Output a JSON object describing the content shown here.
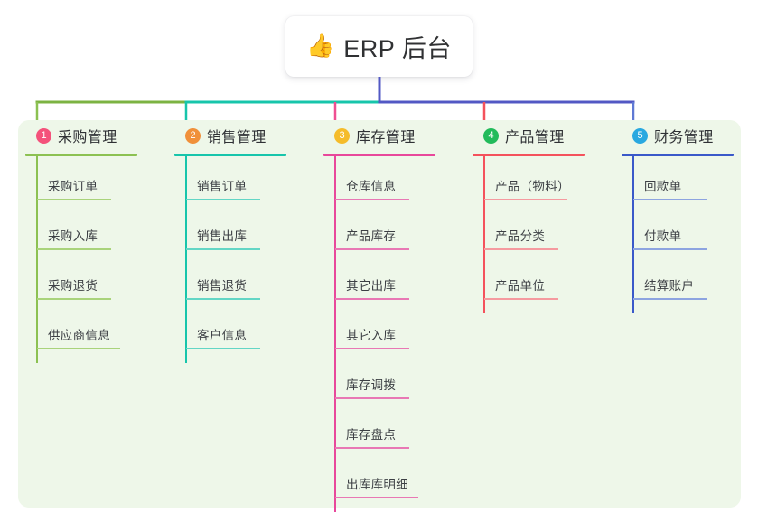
{
  "title": {
    "emoji": "👍",
    "emoji_name": "thumbs-up-icon",
    "text": "ERP 后台"
  },
  "theme": {
    "panel_bg": "#eef7e9",
    "card_bg": "#ffffff",
    "trunk_color": "#5258c4",
    "bus_left_color": "#7cb342",
    "bus_mid_color": "#17c5ab",
    "bus_right_color": "#5258c4"
  },
  "columns": [
    {
      "index": "1",
      "badge_color": "#f4527b",
      "line_color": "#8cc152",
      "item_line_color": "#a9d37b",
      "drop_color": "#8cc152",
      "title": "采购管理",
      "items": [
        "采购订单",
        "采购入库",
        "采购退货",
        "供应商信息"
      ]
    },
    {
      "index": "2",
      "badge_color": "#f0903a",
      "line_color": "#17c5ab",
      "item_line_color": "#63d6c5",
      "drop_color": "#17c5ab",
      "title": "销售管理",
      "items": [
        "销售订单",
        "销售出库",
        "销售退货",
        "客户信息"
      ]
    },
    {
      "index": "3",
      "badge_color": "#f5bc2a",
      "line_color": "#e8489b",
      "item_line_color": "#e878b4",
      "drop_color": "#ef4f92",
      "title": "库存管理",
      "items": [
        "仓库信息",
        "产品库存",
        "其它出库",
        "其它入库",
        "库存调拨",
        "库存盘点",
        "出库库明细"
      ]
    },
    {
      "index": "4",
      "badge_color": "#22bb5b",
      "line_color": "#f4525c",
      "item_line_color": "#f59a9f",
      "drop_color": "#f4525c",
      "title": "产品管理",
      "items": [
        "产品（物料）",
        "产品分类",
        "产品单位"
      ]
    },
    {
      "index": "5",
      "badge_color": "#29a8e0",
      "line_color": "#3a59c9",
      "item_line_color": "#8da4e0",
      "drop_color": "#5f79d4",
      "title": "财务管理",
      "items": [
        "回款单",
        "付款单",
        "结算账户"
      ]
    }
  ]
}
